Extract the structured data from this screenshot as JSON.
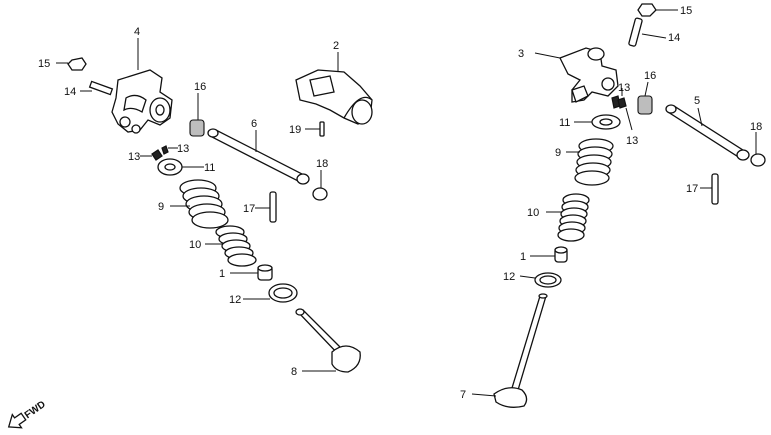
{
  "diagram": {
    "callouts": {
      "c1a": "1",
      "c1b": "1",
      "c2": "2",
      "c3": "3",
      "c4": "4",
      "c5": "5",
      "c6": "6",
      "c7": "7",
      "c8": "8",
      "c9a": "9",
      "c9b": "9",
      "c10a": "10",
      "c10b": "10",
      "c11a": "11",
      "c11b": "11",
      "c12a": "12",
      "c12b": "12",
      "c13a": "13",
      "c13b": "13",
      "c13c": "13",
      "c13d": "13",
      "c14a": "14",
      "c14b": "14",
      "c15a": "15",
      "c15b": "15",
      "c16a": "16",
      "c16b": "16",
      "c17a": "17",
      "c17b": "17",
      "c18a": "18",
      "c18b": "18",
      "c19": "19"
    },
    "fwd_label": "FWD",
    "fwd_icon": "arrow-icon"
  }
}
